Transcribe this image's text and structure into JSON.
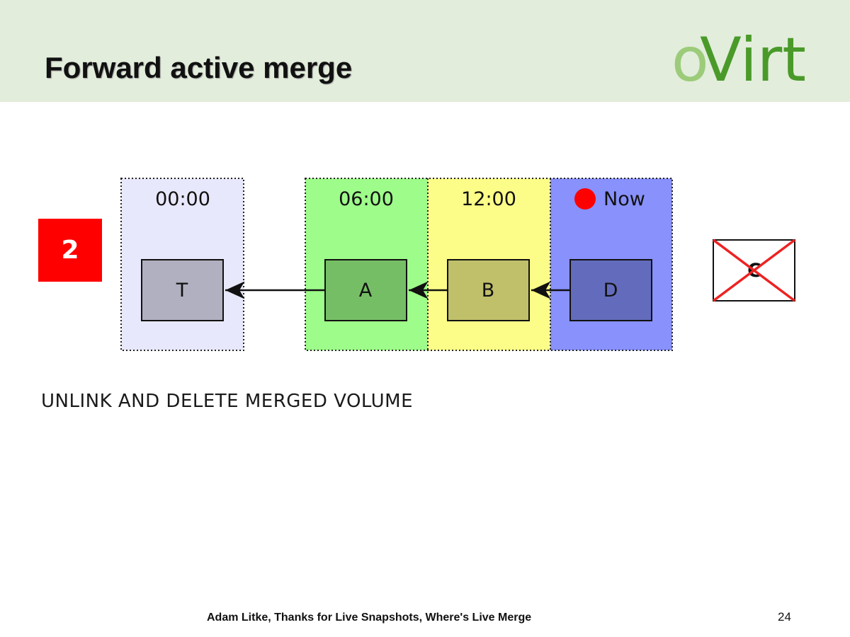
{
  "slide": {
    "title": "Forward active merge",
    "logo_text_o": "o",
    "logo_text_rest": "Virt",
    "step_number": "2",
    "caption": "UNLINK AND DELETE MERGED VOLUME",
    "footer": "Adam Litke, Thanks for Live Snapshots, Where's Live Merge",
    "page_number": "24"
  },
  "timeline": {
    "columns": [
      {
        "label": "00:00",
        "color": "#e8e8fc",
        "dotted": true
      },
      {
        "label": "06:00",
        "color": "#9efc8a",
        "dotted": true
      },
      {
        "label": "12:00",
        "color": "#fcfc88",
        "dotted": false
      },
      {
        "label": "Now",
        "color": "#8891fc",
        "dotted": false,
        "marker_color": "#ff0000"
      }
    ],
    "volumes": [
      {
        "label": "T",
        "color": "#b0b0c0"
      },
      {
        "label": "A",
        "color": "#76be66"
      },
      {
        "label": "B",
        "color": "#c0c06a"
      },
      {
        "label": "D",
        "color": "#636cbc"
      }
    ],
    "deleted_volume": {
      "label": "C",
      "cross_color": "#ee2222"
    }
  },
  "colors": {
    "header_bg": "#e2eddb",
    "logo_light": "#9ccb7a",
    "logo_dark": "#4a9a2a",
    "badge": "#ff0000"
  }
}
